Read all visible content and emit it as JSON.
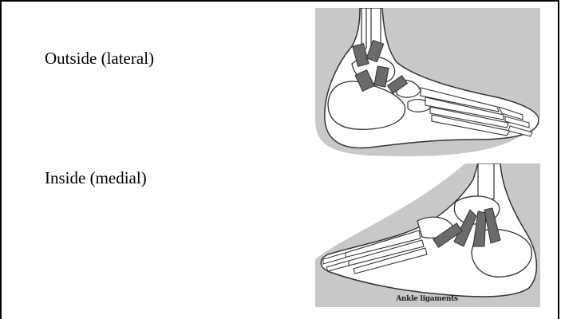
{
  "figure_labels": {
    "lateral": "Outside (lateral)",
    "medial": "Inside (medial)"
  },
  "caption": "Ankle ligaments",
  "colors": {
    "background_band": "#c8c8c8",
    "bone_fill": "#ffffff",
    "outline": "#333333",
    "ligament": "#6b6b6b"
  },
  "illustrations": {
    "lateral": "lateral-ankle-ligaments-illustration",
    "medial": "medial-ankle-ligaments-illustration"
  }
}
